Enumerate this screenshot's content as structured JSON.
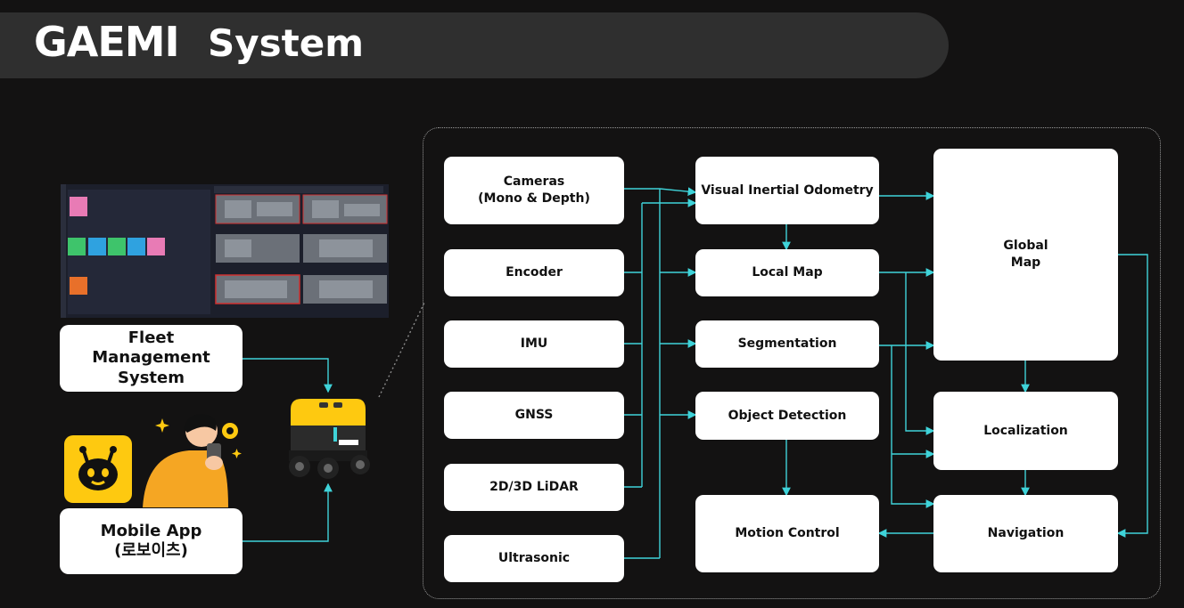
{
  "header": {
    "logo": "GAEMI",
    "title": "System"
  },
  "left": {
    "fleet_label": "Fleet\nManagement\nSystem",
    "app_label": "Mobile App\n(로보이츠)"
  },
  "sensors": [
    "Cameras\n(Mono & Depth)",
    "Encoder",
    "IMU",
    "GNSS",
    "2D/3D LiDAR",
    "Ultrasonic"
  ],
  "modules": {
    "vio": "Visual Inertial Odometry",
    "local_map": "Local Map",
    "segmentation": "Segmentation",
    "object_detection": "Object Detection",
    "motion_control": "Motion Control",
    "global_map": "Global\nMap",
    "localization": "Localization",
    "navigation": "Navigation"
  },
  "colors": {
    "background": "#131212",
    "header": "#2f2f2f",
    "wire": "#3fd3d9",
    "box": "#ffffff",
    "app_yellow": "#fec910",
    "person_orange": "#f5a623"
  },
  "icons": [
    "dashboard-screenshot",
    "robot-app-icon",
    "person-with-phone-illustration",
    "delivery-robot-illustration"
  ]
}
